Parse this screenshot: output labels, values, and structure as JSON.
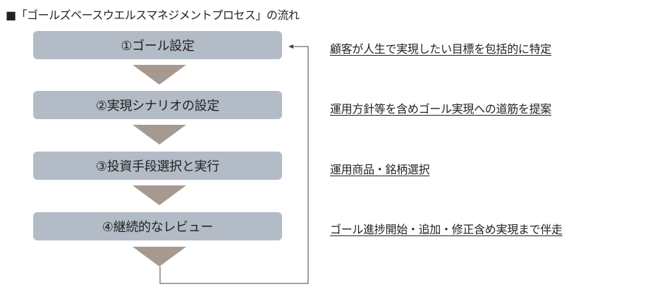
{
  "title": "■「ゴールズベースウエルスマネジメントプロセス」の流れ",
  "steps": [
    {
      "label": "①ゴール設定",
      "description": "顧客が人生で実現したい目標を包括的に特定"
    },
    {
      "label": "②実現シナリオの設定",
      "description": "運用方針等を含めゴール実現への道筋を提案"
    },
    {
      "label": "③投資手段選択と実行",
      "description": "運用商品・銘柄選択"
    },
    {
      "label": "④継続的なレビュー",
      "description": "ゴール進捗開始・追加・修正含め実現まで伴走"
    }
  ],
  "colors": {
    "box": "#b3bbc6",
    "arrow": "#a69990",
    "line": "#444444"
  }
}
